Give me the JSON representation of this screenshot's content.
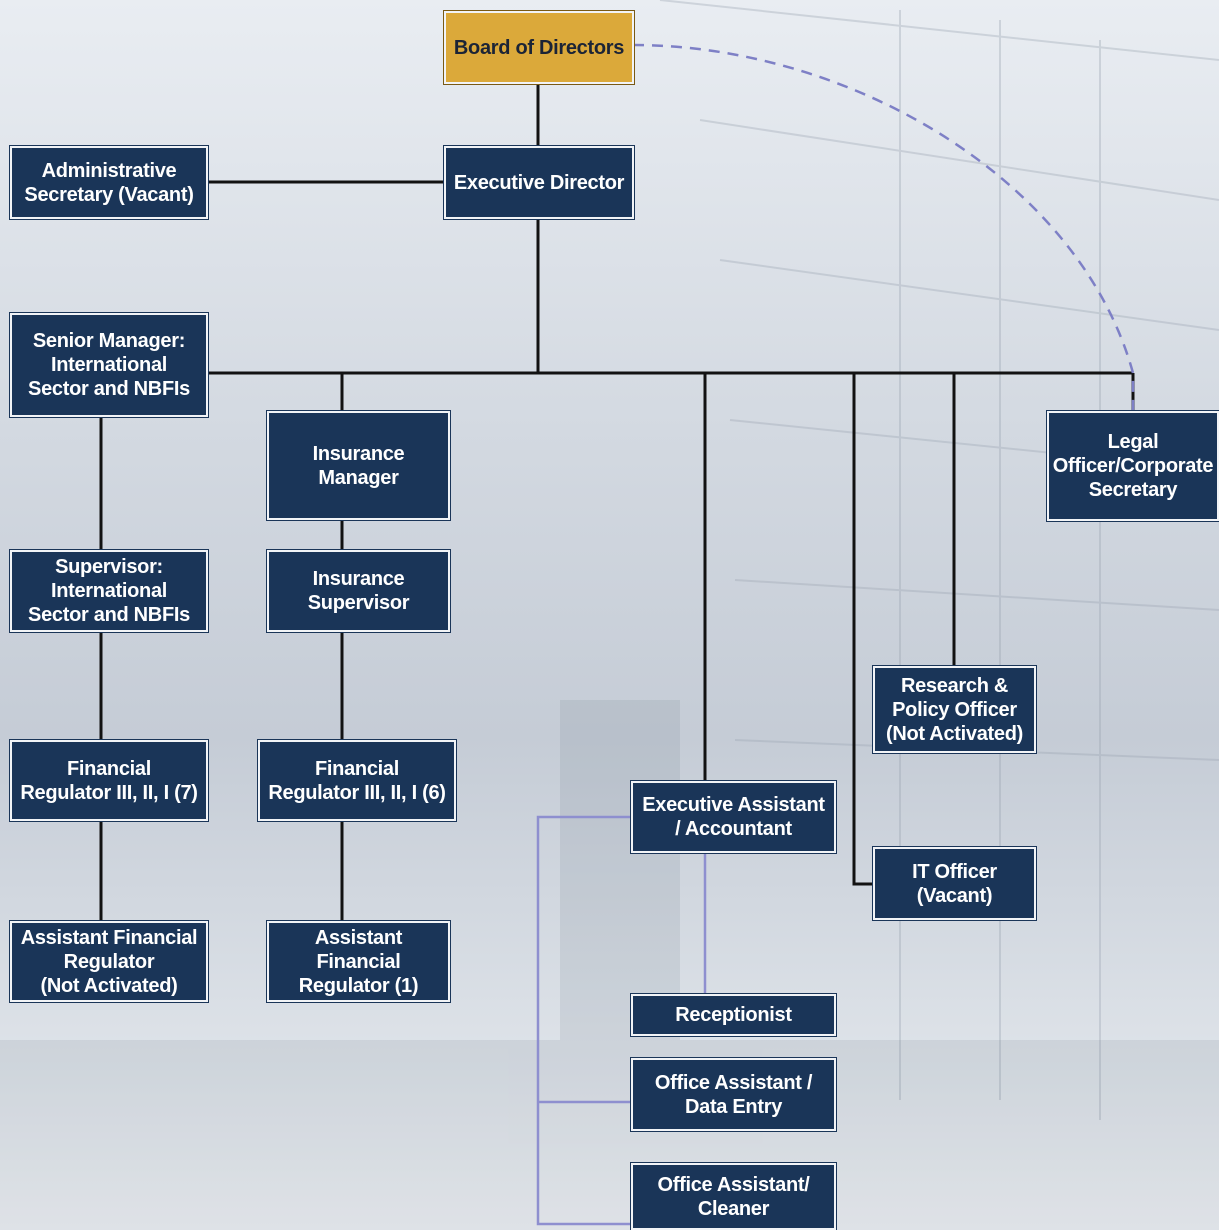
{
  "colors": {
    "box_fill": "#1a3558",
    "box_text": "#ffffff",
    "board_fill": "#dba93a",
    "board_text": "#1b2436",
    "line_primary": "#121212",
    "line_secondary": "#8e8fcf",
    "dashed_line": "#7e80c6"
  },
  "nodes": {
    "board": "Board of Directors",
    "executive_director": "Executive Director",
    "admin_secretary": "Administrative\nSecretary (Vacant)",
    "senior_manager": "Senior Manager:\nInternational\nSector and NBFIs",
    "supervisor_intl": "Supervisor:\nInternational\nSector and NBFIs",
    "fin_reg_7": "Financial\nRegulator III, II, I (7)",
    "asst_fin_reg_na": "Assistant Financial\nRegulator\n(Not Activated)",
    "insurance_manager": "Insurance\nManager",
    "insurance_supervisor": "Insurance\nSupervisor",
    "fin_reg_6": "Financial\nRegulator III, II, I (6)",
    "asst_fin_reg_1": "Assistant Financial\nRegulator (1)",
    "exec_assistant": "Executive Assistant\n/ Accountant",
    "receptionist": "Receptionist",
    "office_data_entry": "Office Assistant /\nData Entry",
    "office_cleaner": "Office Assistant/\nCleaner",
    "research_policy": "Research &\nPolicy Officer\n(Not Activated)",
    "it_officer": "IT Officer\n(Vacant)",
    "legal_officer": "Legal\nOfficer/Corporate\nSecretary"
  }
}
